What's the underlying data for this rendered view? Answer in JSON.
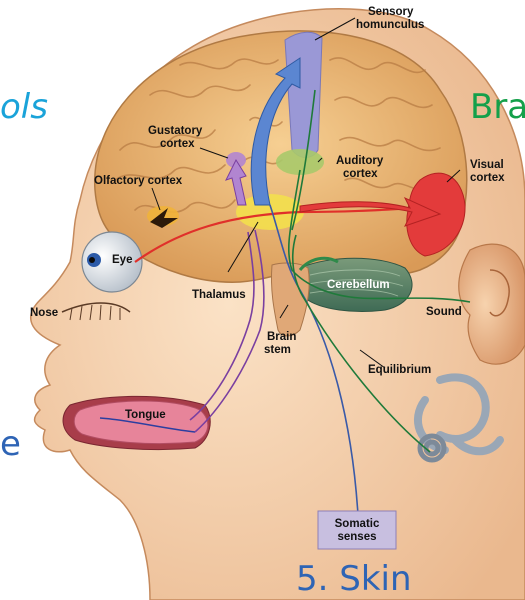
{
  "slide_text": {
    "left_fragment_top": "ols",
    "right_fragment_top": "Bra",
    "left_fragment_mid": "e",
    "bottom_caption": "5. Skin"
  },
  "labels": {
    "sensory_homunculus": [
      "Sensory",
      "homunculus"
    ],
    "gustatory_cortex": [
      "Gustatory",
      "cortex"
    ],
    "olfactory_cortex": "Olfactory cortex",
    "auditory_cortex": [
      "Auditory",
      "cortex"
    ],
    "visual_cortex": [
      "Visual",
      "cortex"
    ],
    "eye": "Eye",
    "nose": "Nose",
    "thalamus": "Thalamus",
    "brain_stem": [
      "Brain",
      "stem"
    ],
    "cerebellum": "Cerebellum",
    "sound": "Sound",
    "equilibrium": "Equilibrium",
    "tongue": "Tongue",
    "somatic_senses": [
      "Somatic",
      "senses"
    ]
  },
  "colors": {
    "left_fragment_top": "#1aa3d9",
    "right_fragment_top": "#14a04a",
    "left_fragment_mid": "#2e64b5",
    "bottom_caption": "#2e64b5",
    "pathway_visual": "#e0302a",
    "pathway_auditory": "#1f7a3a",
    "pathway_gustatory": "#7a3fa0",
    "pathway_somatic": "#3a5aa8",
    "homunculus": "#9a98d6",
    "somatic_box": "#c8bfe0"
  }
}
